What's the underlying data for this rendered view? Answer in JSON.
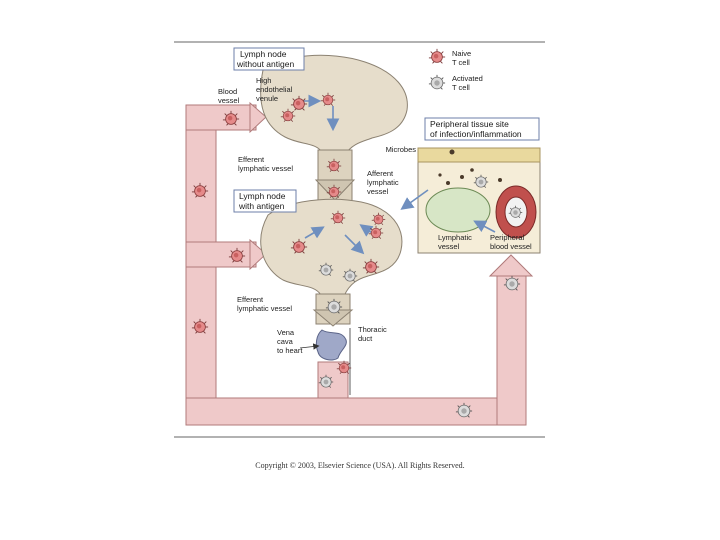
{
  "figure": {
    "labels": {
      "ln_without_title_1": "Lymph node",
      "ln_without_title_2": "without antigen",
      "hev_1": "High",
      "hev_2": "endothelial",
      "hev_3": "venule",
      "blood_vessel_1": "Blood",
      "blood_vessel_2": "vessel",
      "efferent_top_1": "Efferent",
      "efferent_top_2": "lymphatic vessel",
      "ln_with_title_1": "Lymph node",
      "ln_with_title_2": "with antigen",
      "afferent_1": "Afferent",
      "afferent_2": "lymphatic",
      "afferent_3": "vessel",
      "efferent_bottom_1": "Efferent",
      "efferent_bottom_2": "lymphatic vessel",
      "vena_1": "Vena",
      "vena_2": "cava",
      "vena_3": "to heart",
      "thoracic_1": "Thoracic",
      "thoracic_2": "duct",
      "peripheral_1": "Peripheral tissue site",
      "peripheral_2": "of infection/inflammation",
      "microbes": "Microbes",
      "lymphatic_vessel_1": "Lymphatic",
      "lymphatic_vessel_2": "vessel",
      "peripheral_blood_1": "Peripheral",
      "peripheral_blood_2": "blood vessel"
    },
    "legend": {
      "naive_1": "Naive",
      "naive_2": "T cell",
      "activated_1": "Activated",
      "activated_2": "T cell"
    },
    "copyright": "Copyright © 2003, Elsevier Science (USA). All Rights Reserved.",
    "colors": {
      "vessel": "#efc9c9",
      "vessel_edge": "#b07a7a",
      "node": "#e6ddcb",
      "node_edge": "#8c8272",
      "naive": "#e58a8a",
      "activated": "#dcdcdc",
      "arrow": "#7f9fc8",
      "box_fill": "#ffffff",
      "box_edge": "#6d7fa8"
    }
  }
}
